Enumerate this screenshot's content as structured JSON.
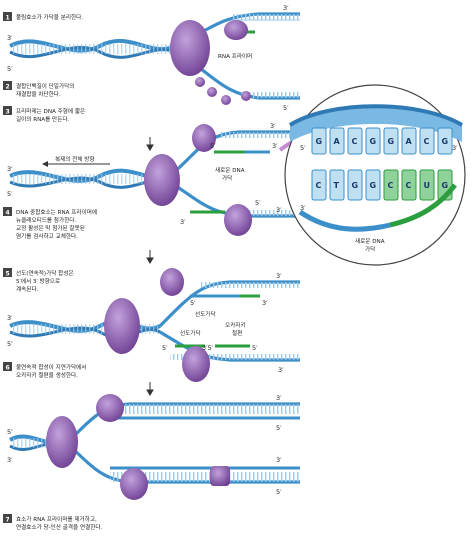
{
  "steps": [
    {
      "num": "1",
      "lines": [
        "풀림효소가 가닥을 분리한다."
      ]
    },
    {
      "num": "2",
      "lines": [
        "결합단백질이 단일가닥의",
        "재결합을 차단한다."
      ]
    },
    {
      "num": "3",
      "lines": [
        "프리마제는 DNA 주형에 짧은",
        "길이의 RNA를 만든다."
      ]
    },
    {
      "num": "4",
      "lines": [
        "DNA 중합효소는 RNA 프라이머에",
        "뉴클레오티드를 첨가한다.",
        "교정 활성은 막 첨가된 잘못된",
        "염기를 검사하고 교체한다."
      ]
    },
    {
      "num": "5",
      "lines": [
        "선도(연속적)가닥 합성은",
        "5′에서 3′ 방향으로",
        "계속된다."
      ]
    },
    {
      "num": "6",
      "lines": [
        "불연속적 합성이 지연가닥에서",
        "오카자키 절편을 생성한다."
      ]
    },
    {
      "num": "7",
      "lines": [
        "효소가 RNA 프라이머를 제거하고,",
        "연결효소가 당-인산 골격을 연결한다."
      ]
    }
  ],
  "labels": {
    "rna_primer": "RNA 프라이머",
    "replication_direction": "복제의 전체 방향",
    "new_dna_strand_l1": "새로운 DNA",
    "new_dna_strand_l2": "가닥",
    "leading_strand_1": "선도가닥",
    "leading_strand_2": "선도가닥",
    "okazaki_l1": "오카자키",
    "okazaki_l2": "절편",
    "inset_new_dna_l1": "새로운 DNA",
    "inset_new_dna_l2": "가닥"
  },
  "inset": {
    "top_bases": [
      "G",
      "A",
      "C",
      "G",
      "G",
      "A",
      "C",
      "G"
    ],
    "bottom_bases": [
      "C",
      "T",
      "G",
      "G",
      "C",
      "C",
      "U",
      "G"
    ]
  },
  "ends": {
    "p3": "3′",
    "p5": "5′",
    "p35": "3′5′",
    "c5": "5′"
  },
  "colors": {
    "helix_blue": "#3d8fc9",
    "rung_blue": "#9ec9e8",
    "enzyme_purple": "#8d5fae",
    "primer_green": "#2b9e3e",
    "step_badge": "#444444"
  }
}
